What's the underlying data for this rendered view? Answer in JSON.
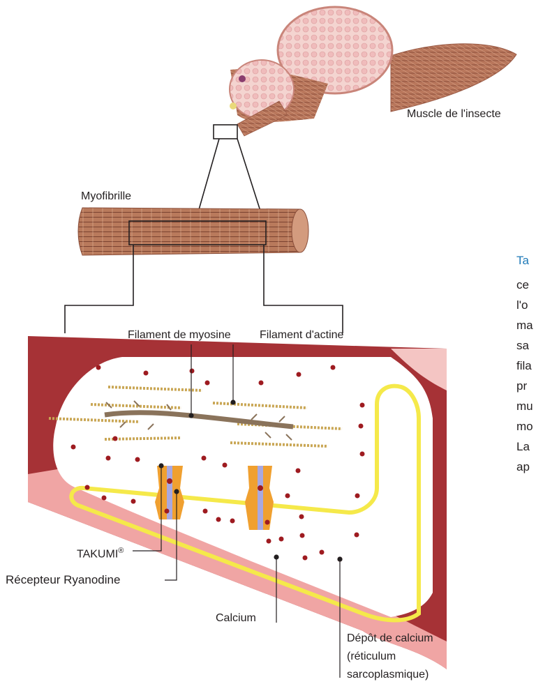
{
  "labels": {
    "insect_muscle": "Muscle de l'insecte",
    "myofibril": "Myofibrille",
    "myosin": "Filament de myosine",
    "actin": "Filament d'actine",
    "takumi": "TAKUMI",
    "registered": "®",
    "ryanodine": "Récepteur Ryanodine",
    "calcium": "Calcium",
    "store_line1": "Dépôt de calcium",
    "store_line2": "(réticulum",
    "store_line3": "sarcoplasmique)"
  },
  "side_text": {
    "line1": "Ta",
    "line2": "ce",
    "line3": "l'o",
    "line4": "ma",
    "line5": "sa",
    "line6": "fila",
    "line7": "pr",
    "line8": "mu",
    "line9": "mo",
    "line10": "La",
    "line11": "ap"
  },
  "colors": {
    "muscle_red": "#a63236",
    "sr_pink": "#f0a5a4",
    "sr_membrane": "#f5e94a",
    "calcium_dot": "#9e1b20",
    "receptor": "#f0a030",
    "actin": "#c9a654",
    "myosin": "#8a735b",
    "fiber": "#c98a6a",
    "link_text": "#1f7ab8"
  }
}
